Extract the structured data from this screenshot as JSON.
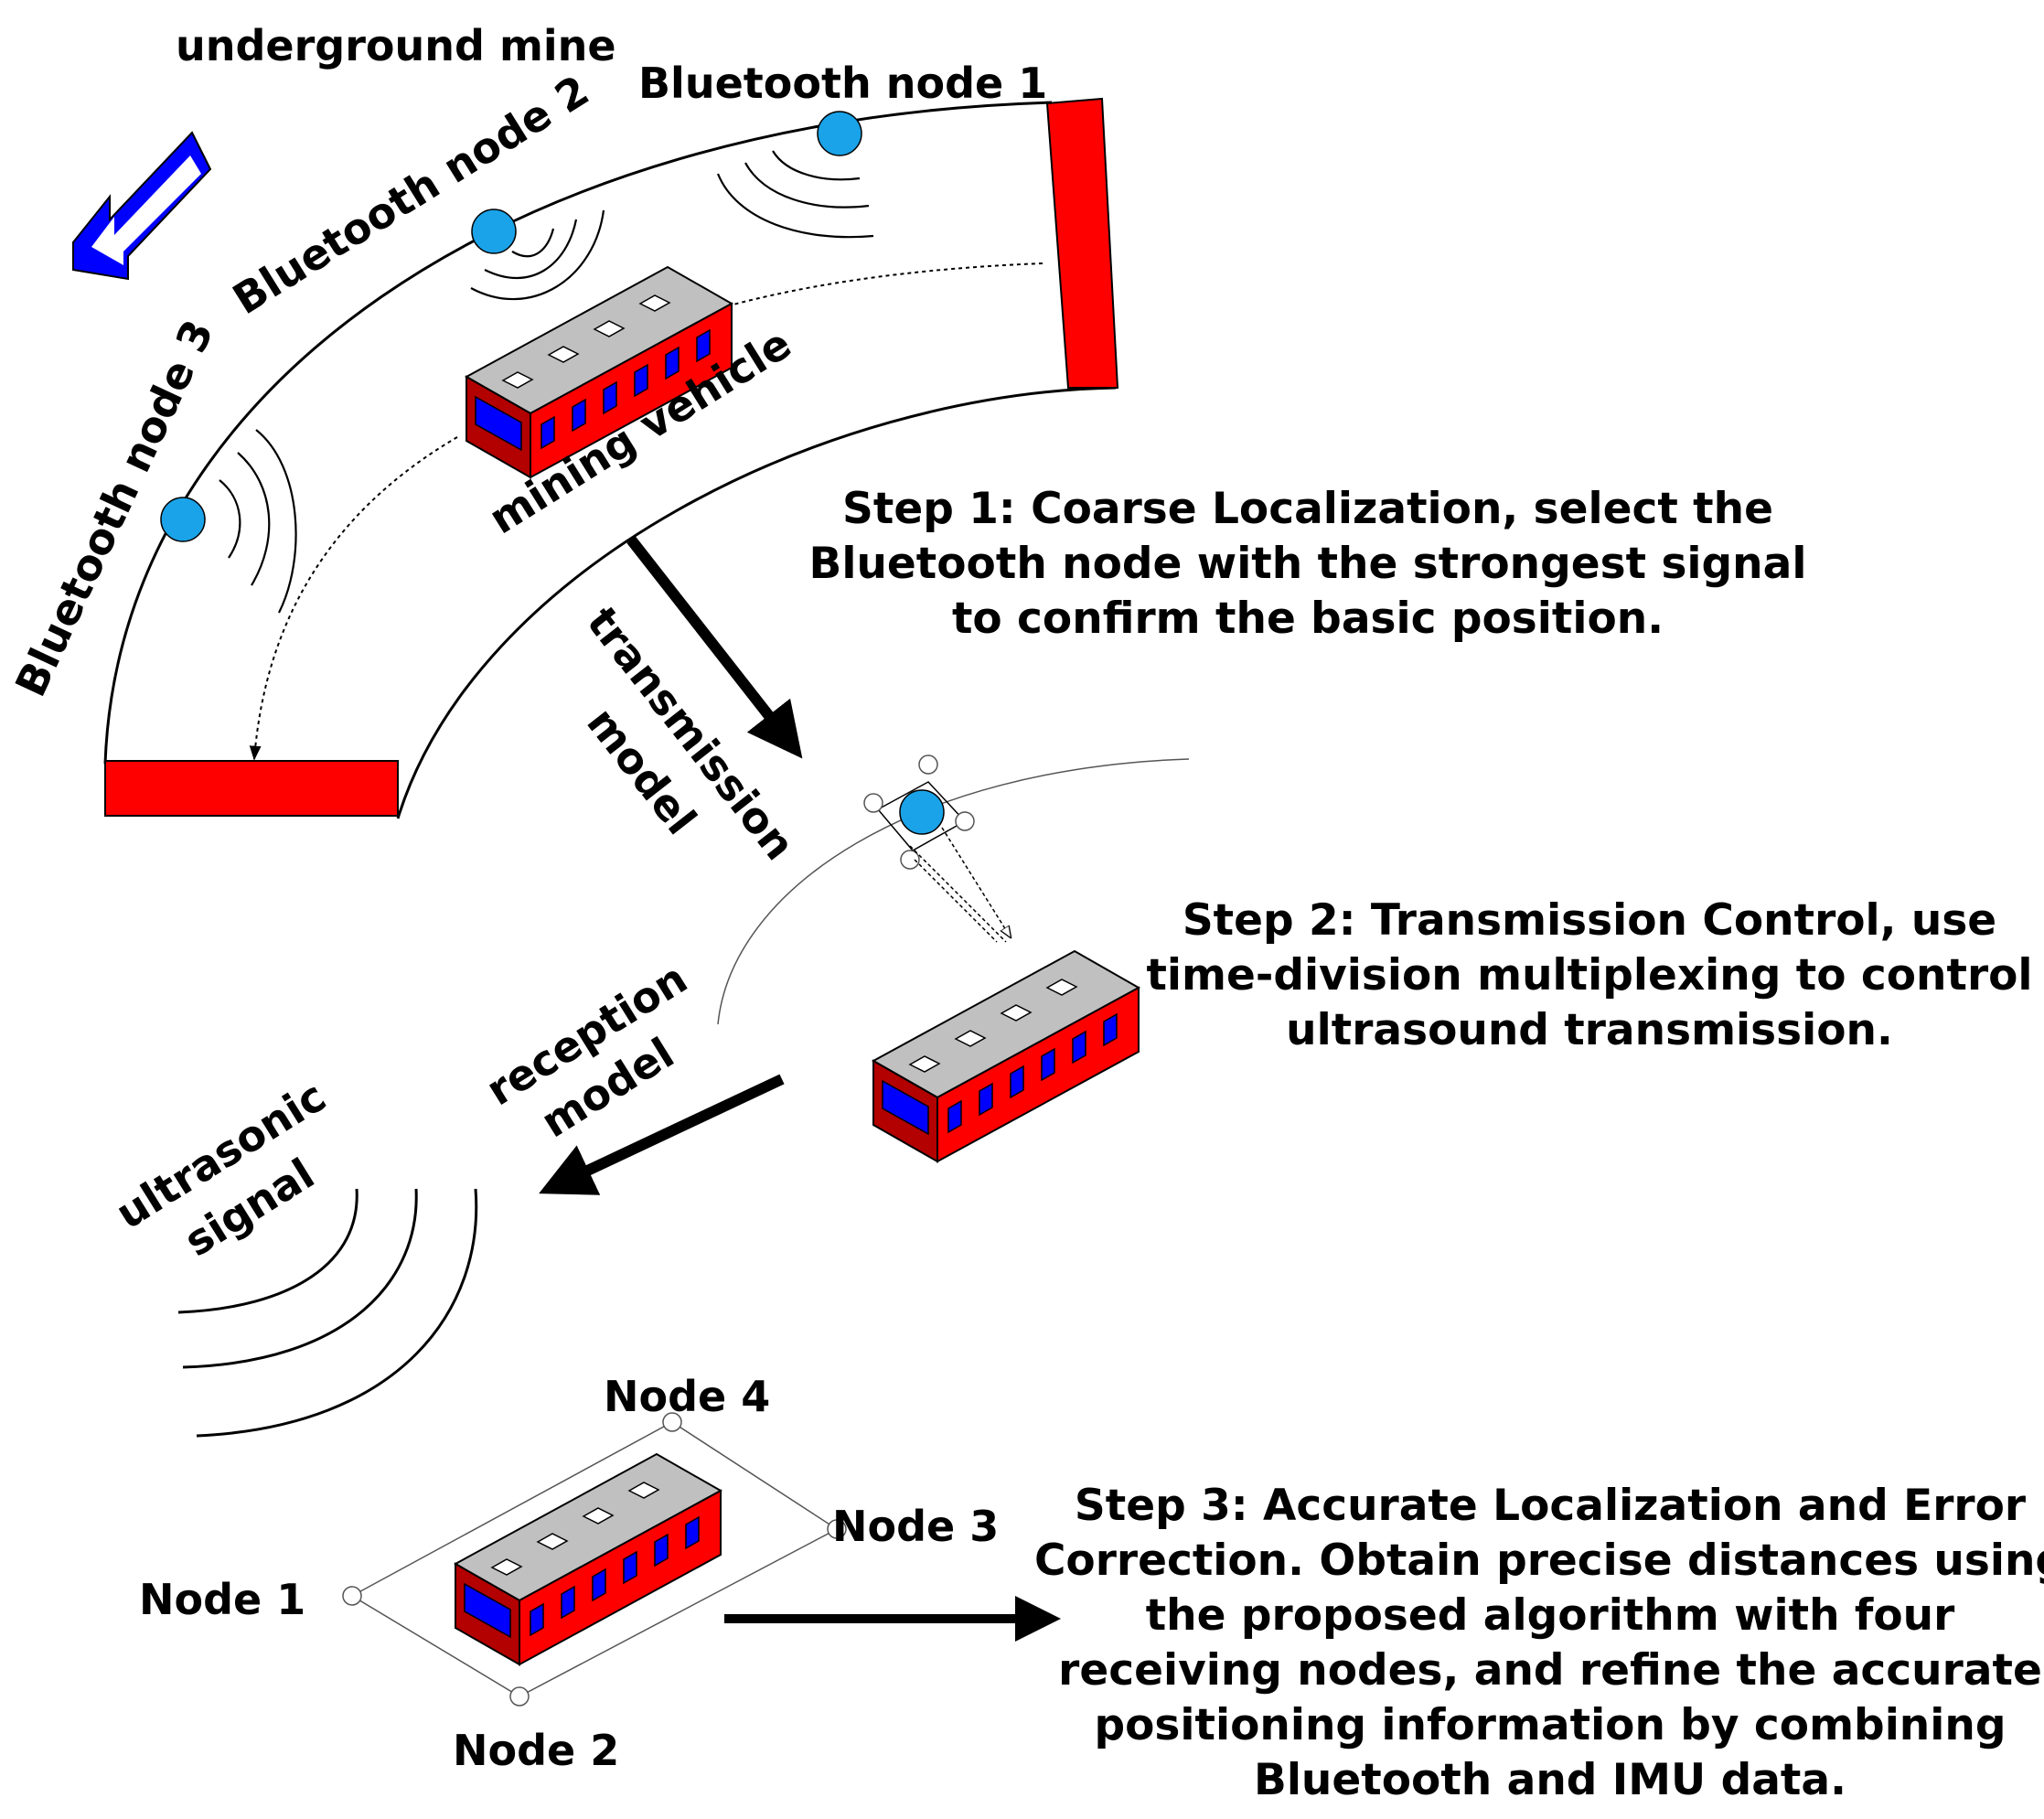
{
  "labels": {
    "underground_mine": "underground mine",
    "bt_node_1": "Bluetooth node 1",
    "bt_node_2": "Bluetooth node 2",
    "bt_node_3": "Bluetooth node 3",
    "mining_vehicle": "mining vehicle",
    "transmission_line1": "transmission",
    "transmission_line2": "model",
    "reception_line1": "reception",
    "reception_line2": "model",
    "ultrasonic_line1": "ultrasonic",
    "ultrasonic_line2": "signal",
    "node_1": "Node 1",
    "node_2": "Node 2",
    "node_3": "Node 3",
    "node_4": "Node 4"
  },
  "steps": {
    "step1": [
      "Step 1: Coarse Localization, select the",
      "Bluetooth node with the strongest signal",
      "to confirm the basic position."
    ],
    "step2": [
      "Step 2: Transmission Control, use",
      "time-division multiplexing to control",
      "ultrasound transmission."
    ],
    "step3": [
      "Step 3: Accurate Localization and Error",
      "Correction. Obtain precise distances using",
      "the proposed algorithm with four",
      "receiving nodes, and refine the accurate",
      "positioning information by combining",
      "Bluetooth and IMU data."
    ]
  },
  "colors": {
    "rail_red": "#ff0000",
    "vehicle_body": "#ff0000",
    "vehicle_roof": "#c0c0c0",
    "window_blue": "#0000ff",
    "bluetooth_node": "#1aa3e8",
    "direction_arrow": "#0000ff"
  },
  "icons": [
    "direction-arrow-icon",
    "mining-vehicle-icon",
    "bluetooth-node-icon"
  ]
}
